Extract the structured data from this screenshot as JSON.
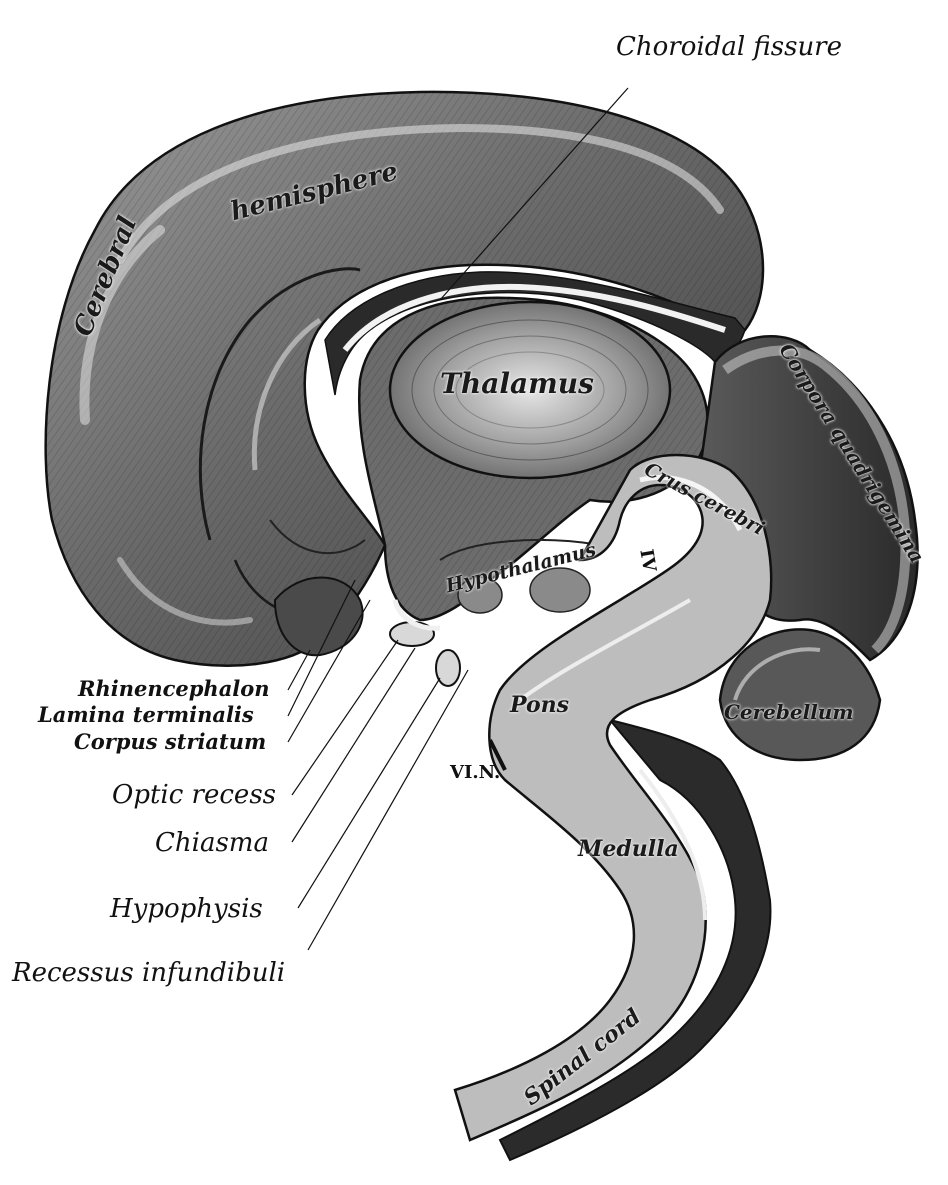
{
  "figure": {
    "colors": {
      "background": "#ffffff",
      "cortex_dark": "#3a3a3a",
      "cortex_mid": "#6e6e6e",
      "cortex_light": "#a9a9a9",
      "brainstem_fill": "#bdbdbd",
      "outline": "#111111",
      "highlight": "#ededed"
    },
    "labels": {
      "choroidal_fissure": "Choroidal fissure",
      "cerebral": "Cerebral",
      "hemisphere": "hemisphere",
      "thalamus": "Thalamus",
      "corpora_quadrigemina": "Corpora quadrigemina",
      "crus_cerebri": "Crus cerebri",
      "hypothalamus": "Hypothalamus",
      "roman_iv": "IV",
      "pons": "Pons",
      "cerebellum": "Cerebellum",
      "vi_n": "VI.N.",
      "medulla": "Medulla",
      "spinal_cord": "Spinal cord",
      "rhinencephalon": "Rhinencephalon",
      "lamina_terminalis": "Lamina terminalis",
      "corpus_striatum": "Corpus striatum",
      "optic_recess": "Optic recess",
      "chiasma": "Chiasma",
      "hypophysis": "Hypophysis",
      "recessus_infundibuli": "Recessus infundibuli"
    }
  }
}
